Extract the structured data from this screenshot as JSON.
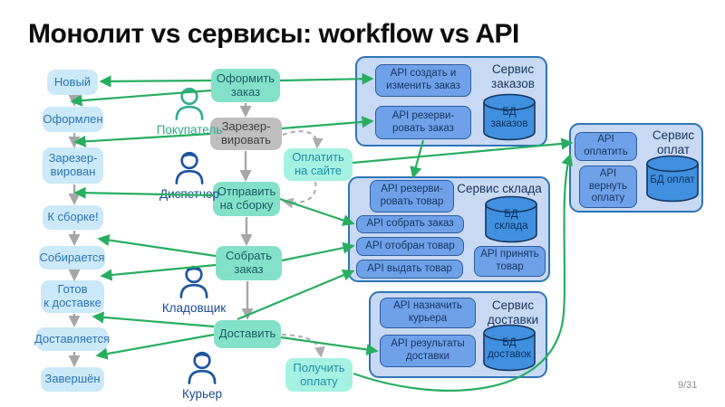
{
  "slide": {
    "title": "Монолит vs сервисы: workflow vs API",
    "page_number": "9/31"
  },
  "workflow_states": [
    {
      "label": "Новый"
    },
    {
      "label": "Оформлен"
    },
    {
      "label": "Зарезер-\nвирован"
    },
    {
      "label": "К сборке!"
    },
    {
      "label": "Собирается"
    },
    {
      "label": "Готов\nк доставке"
    },
    {
      "label": "Доставляется"
    },
    {
      "label": "Завершён"
    }
  ],
  "actions": [
    {
      "label": "Оформить\nзаказ",
      "type": "workflow"
    },
    {
      "label": "Зарезер-\nвировать",
      "type": "disabled"
    },
    {
      "label": "Оплатить\nна сайте",
      "type": "external"
    },
    {
      "label": "Отправить\nна сборку",
      "type": "workflow"
    },
    {
      "label": "Собрать\nзаказ",
      "type": "workflow"
    },
    {
      "label": "Доставить",
      "type": "workflow"
    },
    {
      "label": "Получить\nоплату",
      "type": "external"
    }
  ],
  "actors": [
    {
      "label": "Покупатель"
    },
    {
      "label": "Диспетчер"
    },
    {
      "label": "Кладовщик"
    },
    {
      "label": "Курьер"
    }
  ],
  "services": [
    {
      "name": "Сервис\nзаказов",
      "db": "БД\nзаказов",
      "apis": [
        "API создать и\nизменить заказ",
        "API резерви-\nровать заказ"
      ]
    },
    {
      "name": "Сервис склада",
      "db": "БД\nсклада",
      "apis": [
        "API резерви-\nровать товар",
        "API собрать заказ",
        "API отобран товар",
        "API выдать товар",
        "API принять\nтовар"
      ]
    },
    {
      "name": "Сервис\nоплат",
      "db": "БД оплат",
      "apis": [
        "API\nоплатить",
        "API\nвернуть\nоплату"
      ]
    },
    {
      "name": "Сервис\nдоставки",
      "db": "БД\nдоставок",
      "apis": [
        "API назначить\nкурьера",
        "API результаты\nдоставки"
      ]
    }
  ],
  "colors": {
    "state_fill": "#CBE9F8",
    "state_text": "#2E74B5",
    "action_fill": "#84E1C9",
    "action_text": "#1E5A68",
    "external_fill": "#A5F1E2",
    "external_text": "#1F8FA6",
    "disabled_fill": "#BFBFBF",
    "disabled_text": "#3F3F3F",
    "service_fill": "#C8D9F4",
    "service_border": "#2E75B6",
    "api_fill": "#6FA1E8",
    "api_text": "#12365F",
    "db_fill": "#4090DF",
    "arrow_green": "#27AE60",
    "arrow_gray": "#A6A6A6",
    "buyer_accent": "#2FA98C",
    "staff_accent": "#1B4A96"
  }
}
